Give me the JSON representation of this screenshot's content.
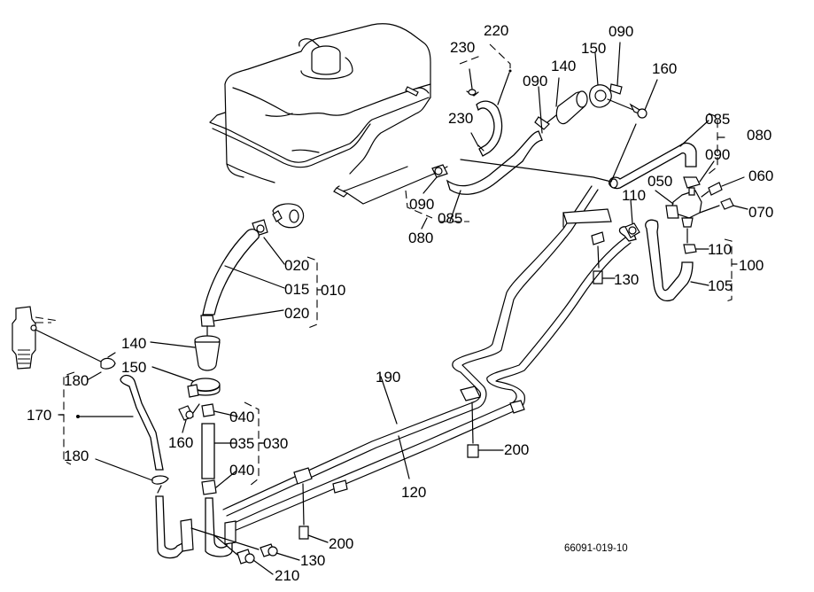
{
  "diagram": {
    "type": "exploded-parts-diagram",
    "subject": "fuel system",
    "drawing_code": "66091-019-10",
    "callouts": {
      "p220": "220",
      "p230_top": "230",
      "p230_mid": "230",
      "p090_a": "090",
      "p140_top": "140",
      "p150_top": "150",
      "p090_b": "090",
      "p160_top": "160",
      "p085_right": "085",
      "p080_right": "080",
      "p090_right": "090",
      "p060": "060",
      "p050": "050",
      "p070": "070",
      "p110_left": "110",
      "p110_right": "110",
      "p100": "100",
      "p105": "105",
      "p130_right": "130",
      "p090_mid": "090",
      "p085_mid": "085",
      "p080_mid": "080",
      "p020_top": "020",
      "p015": "015",
      "p010": "010",
      "p020_bot": "020",
      "p140_left": "140",
      "p150_left": "150",
      "p180_top": "180",
      "p170": "170",
      "p160_left": "160",
      "p040_top": "040",
      "p035": "035",
      "p030": "030",
      "p040_bot": "040",
      "p180_bot": "180",
      "p190": "190",
      "p120": "120",
      "p200_right": "200",
      "p200_bot": "200",
      "p130_bot": "130",
      "p210": "210"
    }
  }
}
